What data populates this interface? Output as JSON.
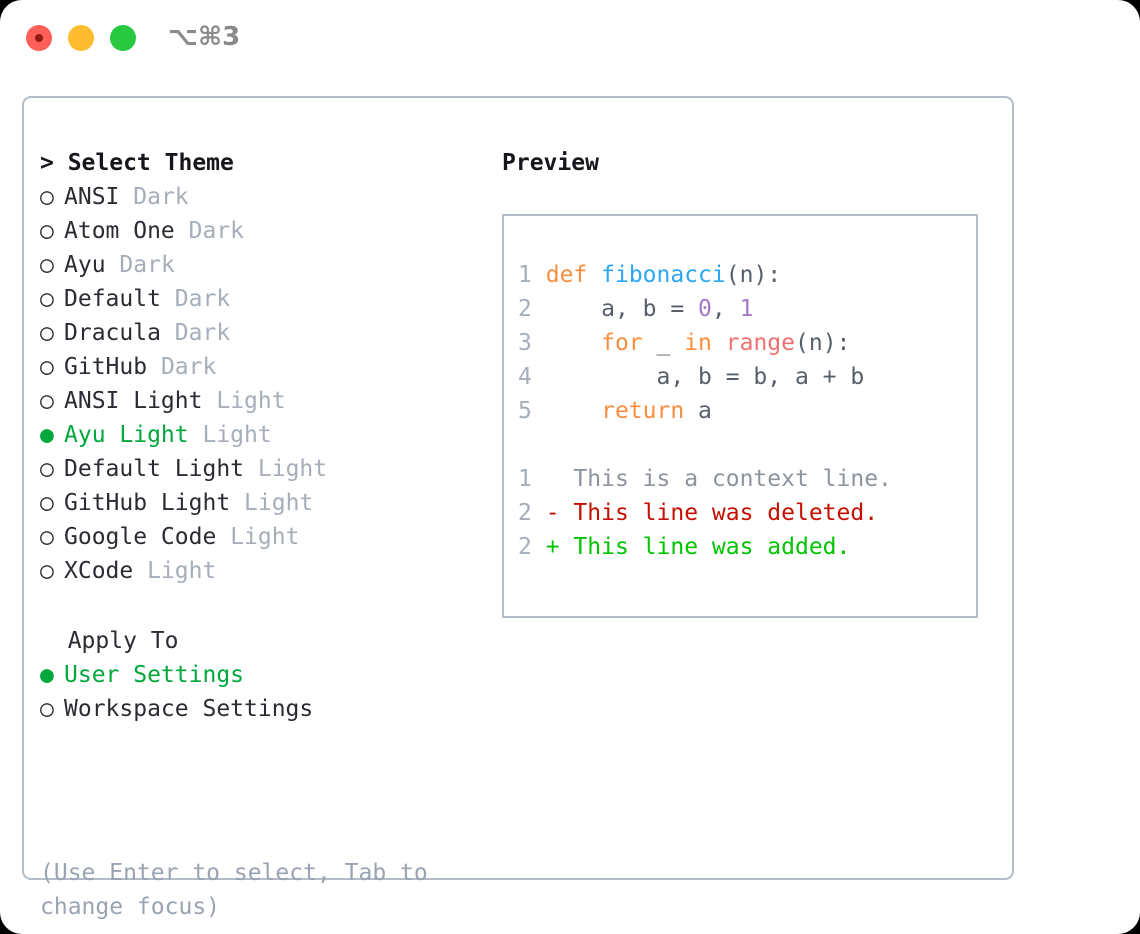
{
  "titlebar": {
    "shortcut": "⌥⌘3",
    "lights": [
      {
        "name": "close",
        "color": "#ff5f57"
      },
      {
        "name": "minimize",
        "color": "#febc2e"
      },
      {
        "name": "maximize",
        "color": "#28c840"
      }
    ]
  },
  "theme_list": {
    "header": "> Select Theme",
    "selected_bullet": "●",
    "unselected_bullet": "○",
    "items": [
      {
        "bullet": "○",
        "label": "ANSI",
        "badge": "Dark",
        "selected": false
      },
      {
        "bullet": "○",
        "label": "Atom One",
        "badge": "Dark",
        "selected": false
      },
      {
        "bullet": "○",
        "label": "Ayu",
        "badge": "Dark",
        "selected": false
      },
      {
        "bullet": "○",
        "label": "Default",
        "badge": "Dark",
        "selected": false
      },
      {
        "bullet": "○",
        "label": "Dracula",
        "badge": "Dark",
        "selected": false
      },
      {
        "bullet": "○",
        "label": "GitHub",
        "badge": "Dark",
        "selected": false
      },
      {
        "bullet": "○",
        "label": "ANSI Light",
        "badge": "Light",
        "selected": false
      },
      {
        "bullet": "●",
        "label": "Ayu Light",
        "badge": "Light",
        "selected": true
      },
      {
        "bullet": "○",
        "label": "Default Light",
        "badge": "Light",
        "selected": false
      },
      {
        "bullet": "○",
        "label": "GitHub Light",
        "badge": "Light",
        "selected": false
      },
      {
        "bullet": "○",
        "label": "Google Code",
        "badge": "Light",
        "selected": false
      },
      {
        "bullet": "○",
        "label": "XCode",
        "badge": "Light",
        "selected": false
      }
    ]
  },
  "apply_to": {
    "header": "  Apply To",
    "items": [
      {
        "bullet": "●",
        "label": "User Settings",
        "selected": true
      },
      {
        "bullet": "○",
        "label": "Workspace Settings",
        "selected": false
      }
    ]
  },
  "hint": {
    "line1": "(Use Enter to select, Tab to",
    "line2": "change focus)"
  },
  "preview": {
    "title": "Preview",
    "code_lines": [
      {
        "n": "1",
        "tokens": [
          {
            "t": "def",
            "c": "kw"
          },
          {
            "t": " ",
            "c": "txt"
          },
          {
            "t": "fibonacci",
            "c": "fn"
          },
          {
            "t": "(n):",
            "c": "txt"
          }
        ]
      },
      {
        "n": "2",
        "tokens": [
          {
            "t": "    a, b = ",
            "c": "txt"
          },
          {
            "t": "0",
            "c": "num"
          },
          {
            "t": ", ",
            "c": "txt"
          },
          {
            "t": "1",
            "c": "num"
          }
        ]
      },
      {
        "n": "3",
        "tokens": [
          {
            "t": "    ",
            "c": "txt"
          },
          {
            "t": "for",
            "c": "kw"
          },
          {
            "t": " _ ",
            "c": "txt"
          },
          {
            "t": "in",
            "c": "kw"
          },
          {
            "t": " ",
            "c": "txt"
          },
          {
            "t": "range",
            "c": "bi"
          },
          {
            "t": "(n):",
            "c": "txt"
          }
        ]
      },
      {
        "n": "4",
        "tokens": [
          {
            "t": "        a, b = b, a + b",
            "c": "txt"
          }
        ]
      },
      {
        "n": "5",
        "tokens": [
          {
            "t": "    ",
            "c": "txt"
          },
          {
            "t": "return",
            "c": "kw"
          },
          {
            "t": " a",
            "c": "txt"
          }
        ]
      }
    ],
    "diff_lines": [
      {
        "n": "1",
        "marker": " ",
        "text": "  This is a context line.",
        "c": "ctx"
      },
      {
        "n": "2",
        "marker": " ",
        "text": "- This line was deleted.",
        "c": "del"
      },
      {
        "n": "2",
        "marker": " ",
        "text": "+ This line was added.",
        "c": "add"
      }
    ]
  },
  "colors": {
    "accent_green": "#00a83c",
    "keyword_orange": "#fa8d3e",
    "function_blue": "#2ca6f5",
    "builtin_salmon": "#f07171",
    "number_purple": "#a37acc",
    "diff_add": "#00c400",
    "diff_del": "#c41000",
    "muted": "#a6aeba",
    "border": "#b4bcc9"
  }
}
